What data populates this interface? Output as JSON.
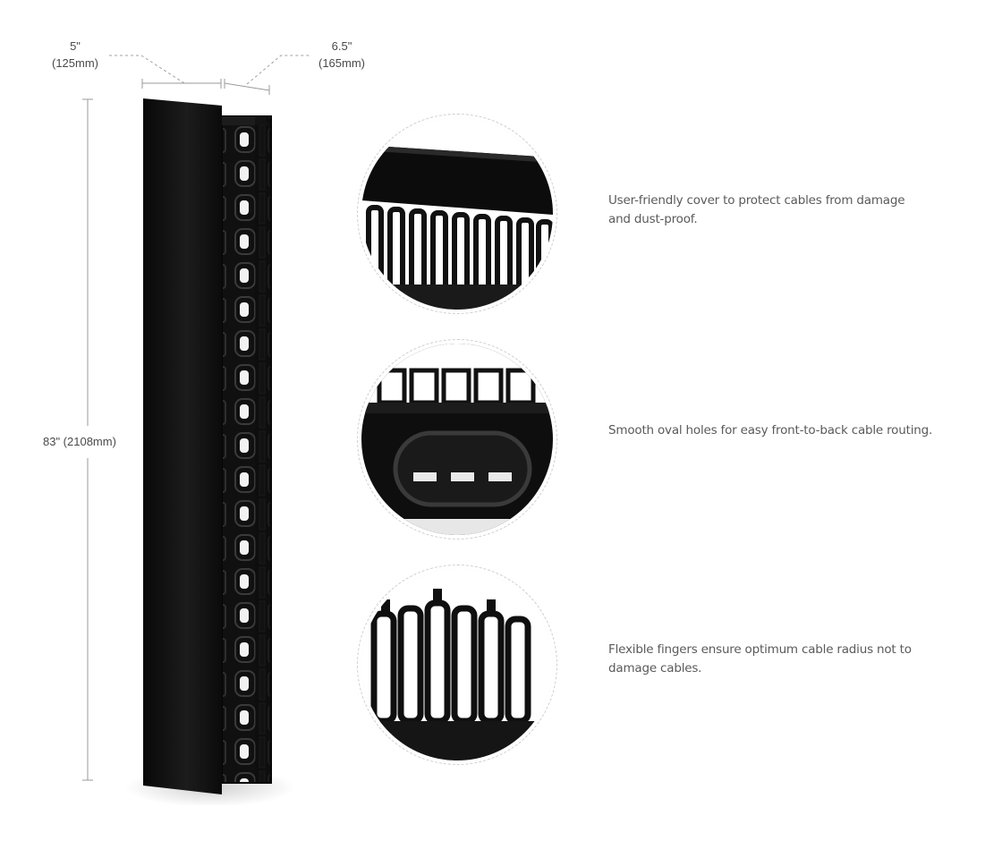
{
  "dimensions": {
    "width_front": {
      "inches": "5\"",
      "mm": "(125mm)"
    },
    "width_side": {
      "inches": "6.5\"",
      "mm": "(165mm)"
    },
    "height": "83\" (2108mm)"
  },
  "features": [
    {
      "text": "User-friendly cover to protect cables from damage and dust-proof."
    },
    {
      "text": "Smooth oval holes for easy front-to-back cable routing."
    },
    {
      "text": "Flexible fingers ensure optimum cable radius not to damage cables."
    }
  ],
  "colors": {
    "product": "#111111",
    "text": "#5a5a5a",
    "dimension_line": "#9a9a9a"
  }
}
